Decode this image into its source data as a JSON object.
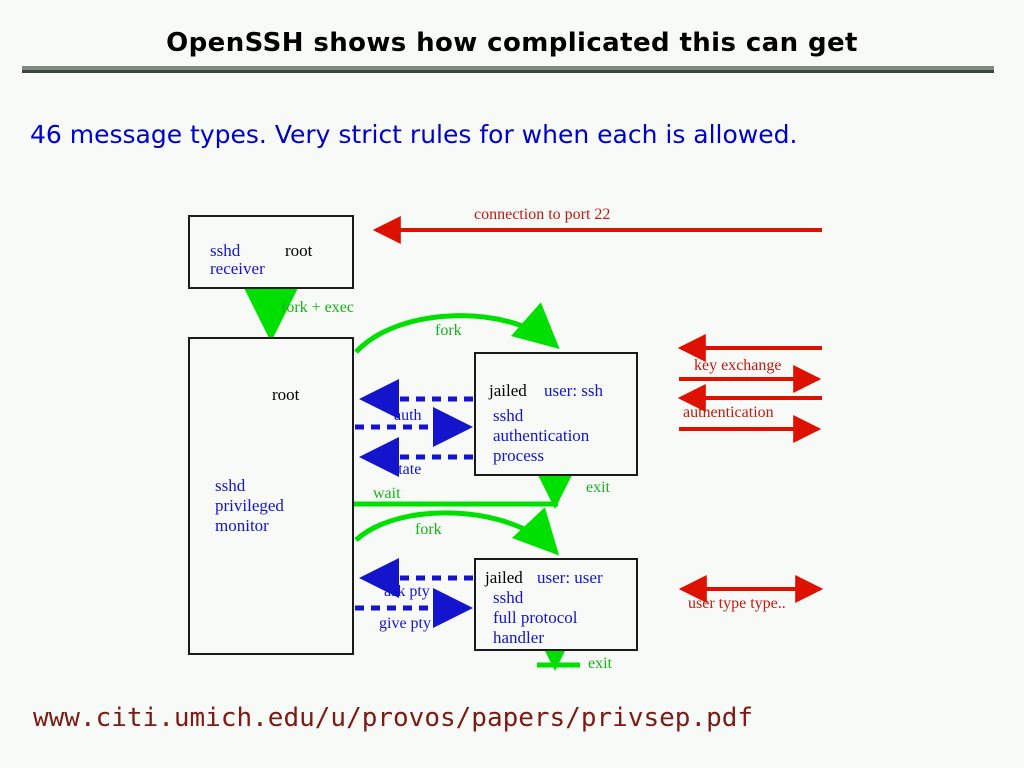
{
  "slide": {
    "title": "OpenSSH shows how complicated this can get",
    "subtitle": "46 message types.  Very strict rules for when each is allowed.",
    "footer_url": "www.citi.umich.edu/u/provos/papers/privsep.pdf",
    "background_color": "#f7faf7",
    "rule_color_top": "#808a80",
    "rule_color_bottom": "#3d473d"
  },
  "colors": {
    "title_text": "#000000",
    "subtitle_text": "#0000cc",
    "footer_text": "#7d1a14",
    "box_border": "#1a1a1a",
    "process_label": "#1414cc",
    "privilege_label": "#000000",
    "green_arrow": "#00e000",
    "green_label": "#16b216",
    "blue_arrow": "#1414cc",
    "red_arrow": "#dd1100",
    "red_label": "#c21a12"
  },
  "diagram": {
    "boxes": [
      {
        "id": "sshd-receiver",
        "lines": [
          {
            "text": "sshd",
            "style": "blue"
          },
          {
            "text": "root",
            "style": "black"
          },
          {
            "text": "receiver",
            "style": "blue"
          }
        ]
      },
      {
        "id": "privileged-monitor",
        "lines": [
          {
            "text": "root",
            "style": "black"
          },
          {
            "text": "sshd",
            "style": "blue"
          },
          {
            "text": "privileged",
            "style": "blue"
          },
          {
            "text": "monitor",
            "style": "blue"
          }
        ]
      },
      {
        "id": "jailed-auth-process",
        "lines": [
          {
            "text": "jailed",
            "style": "black"
          },
          {
            "text": "user: ssh",
            "style": "blue"
          },
          {
            "text": "sshd",
            "style": "blue"
          },
          {
            "text": "authentication",
            "style": "blue"
          },
          {
            "text": "process",
            "style": "blue"
          }
        ]
      },
      {
        "id": "jailed-protocol-handler",
        "lines": [
          {
            "text": "jailed",
            "style": "black"
          },
          {
            "text": "user: user",
            "style": "blue"
          },
          {
            "text": "sshd",
            "style": "blue"
          },
          {
            "text": "full protocol",
            "style": "blue"
          },
          {
            "text": "handler",
            "style": "blue"
          }
        ]
      }
    ],
    "edge_labels": {
      "connection_to_port_22": "connection to port 22",
      "fork_exec": "fork + exec",
      "fork_auth": "fork",
      "fork_handler": "fork",
      "auth": "auth",
      "state": "state",
      "wait": "wait",
      "exit_auth": "exit",
      "exit_handler": "exit",
      "ask_pty": "ask pty",
      "give_pty": "give pty",
      "key_exchange": "key exchange",
      "authentication": "authentication",
      "user_type_type": "user type type.."
    }
  }
}
